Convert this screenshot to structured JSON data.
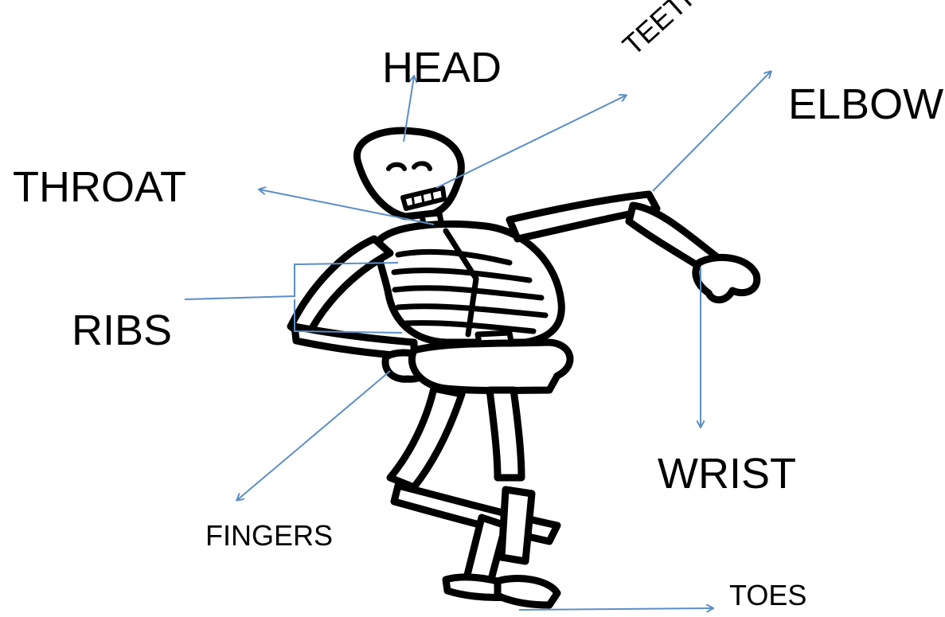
{
  "labels": {
    "head": "HEAD",
    "teeth": "TEETH",
    "elbow": "ELBOW",
    "throat": "THROAT",
    "ribs": "RIBS",
    "wrist": "WRIST",
    "fingers": "FINGERS",
    "toes": "TOES"
  },
  "colors": {
    "arrow": "#5b8ec4",
    "outline": "#000000",
    "bone": "#ffffff"
  }
}
